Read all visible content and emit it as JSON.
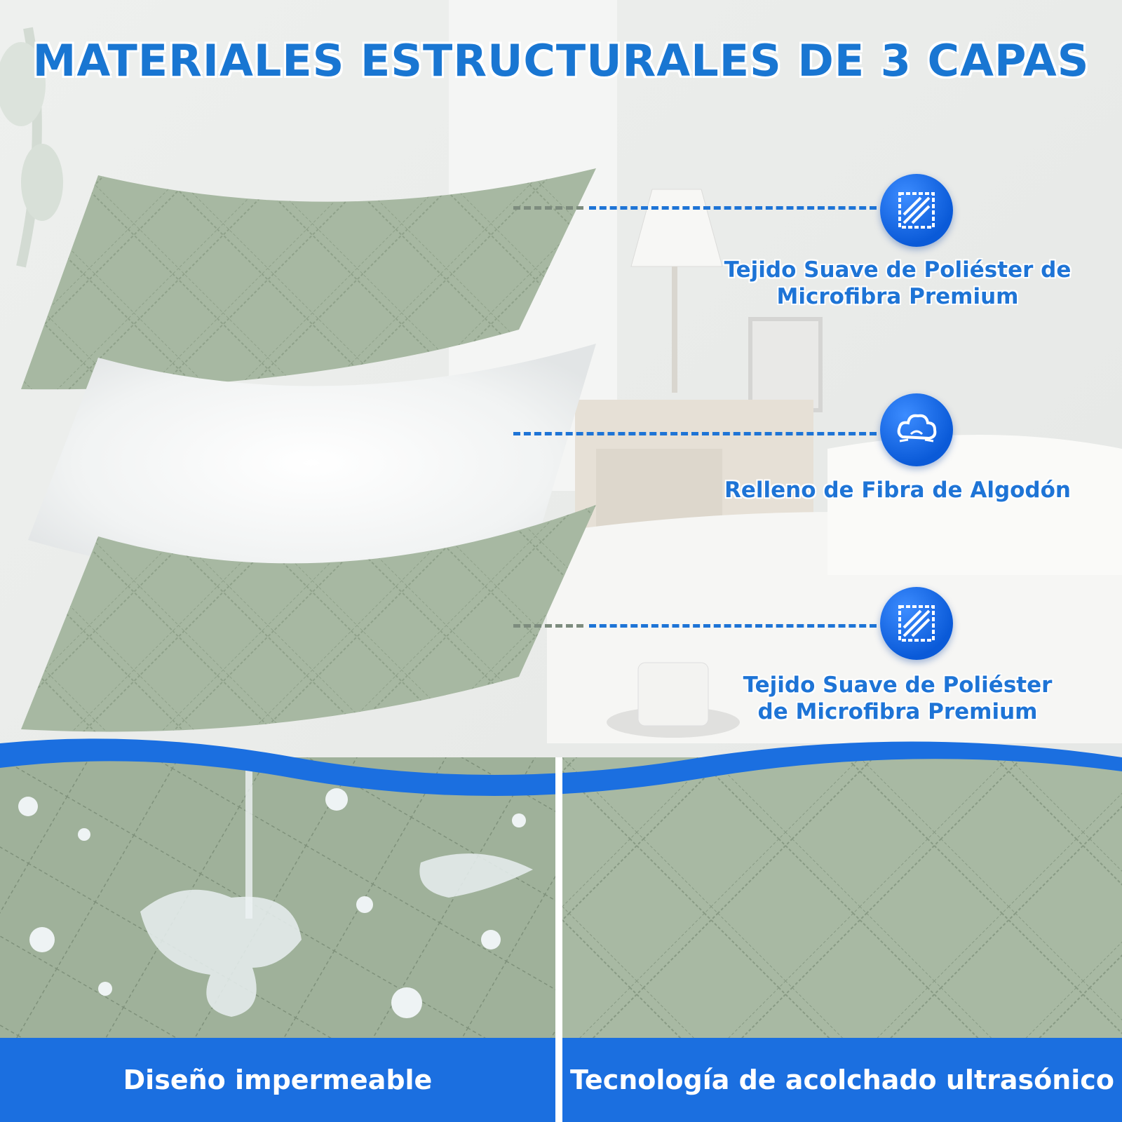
{
  "title": "MATERIALES ESTRUCTURALES DE 3 CAPAS",
  "features": [
    {
      "icon": "fabric-weave-icon",
      "line1": "Tejido Suave de Poliéster de",
      "line2": "Microfibra Premium"
    },
    {
      "icon": "cotton-cloud-icon",
      "line1": "Relleno de Fibra de Algodón",
      "line2": ""
    },
    {
      "icon": "fabric-weave-icon",
      "line1": "Tejido Suave de Poliéster",
      "line2": "de Microfibra Premium"
    }
  ],
  "bottom": {
    "left_label": "Diseño impermeable",
    "right_label": "Tecnología de acolchado ultrasónico"
  },
  "colors": {
    "accent": "#1b6fe0",
    "sage": "#a9b9a4",
    "text_blue": "#1e74d6"
  }
}
